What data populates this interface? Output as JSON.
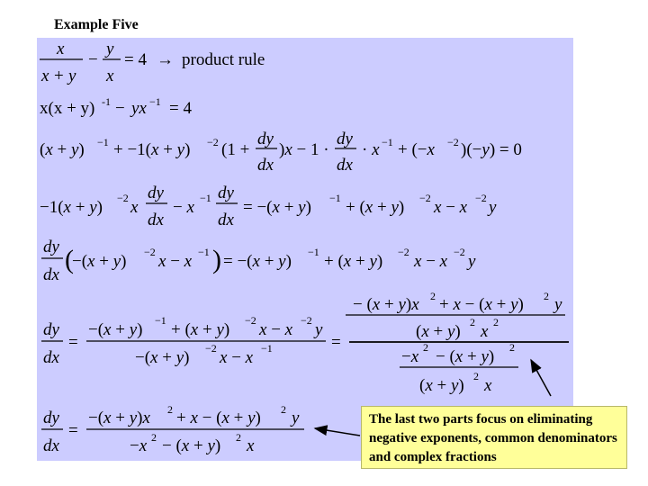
{
  "slide": {
    "title": "Example Five"
  },
  "lines": {
    "l1": {
      "x": "x",
      "xpy": "x + y",
      "y": "y",
      "x2": "x",
      "rest": "= 4  product rule"
    },
    "l2": "x(x + y)-1 − yx−1 = 4",
    "l3": "(x + y)−1 + −1(x + y)−2 (1 + dy/dx) x − 1 · dy/dx · x−1 + (−x−2)(−y) = 0",
    "l4": "−1(x + y)−2 x dy/dx − x−1 dy/dx = −(x + y)−1 + (x + y)−2 x − x−2 y",
    "l5": "dy/dx (−(x + y)−2 x − x−1) = −(x + y)−1 + (x + y)−2 x − x−2 y",
    "l6": "dy/dx = [−(x + y)−1 + (x + y)−2 x − x−2 y] / [−(x + y)−2 x − x−1] = [[−(x + y)x2 + x − (x + y)2 y] / [(x + y)2 x2]] / [[−x2 − (x + y)2] / [(x + y)2 x]]",
    "l7": "dy/dx = [−(x + y)x2 + x − (x + y)2 y] / [−x2 − (x + y)2 x]"
  },
  "callout": {
    "text": "The last two parts focus on eliminating negative exponents, common denominators and complex fractions"
  },
  "colors": {
    "panel": "#ccccff",
    "note": "#ffff99"
  }
}
